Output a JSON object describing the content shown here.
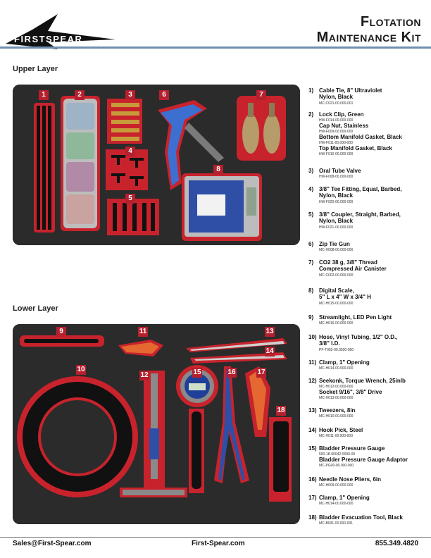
{
  "header": {
    "logo_text": "FIRSTSPEAR",
    "title_line1": "Flotation",
    "title_line2": "Maintenance Kit"
  },
  "sections": {
    "upper": "Upper Layer",
    "lower": "Lower  Layer"
  },
  "upper_tray_numbers": [
    "1",
    "2",
    "3",
    "4",
    "5",
    "6",
    "7",
    "8"
  ],
  "lower_tray_numbers": [
    "9",
    "10",
    "11",
    "12",
    "13",
    "14",
    "15",
    "16",
    "17",
    "18"
  ],
  "items": [
    {
      "n": "1)",
      "lines": [
        "Cable Tie, 8\" Ultraviolet",
        "Nylon, Black"
      ],
      "codes": [
        "MC-C021-00.000-001"
      ]
    },
    {
      "n": "2)",
      "lines": [
        "Lock Clip, Green",
        "Cap Nut, Stainless",
        "Bottom Manifold Gasket, Black",
        "Top Manifold Gasket, Black"
      ],
      "codes": [
        "HW-F014-00.000-000",
        "HW-F009-00.000-000",
        "HW-F011-00.000-000",
        "HW-F010-00.000-000"
      ]
    },
    {
      "n": "3)",
      "lines": [
        "Oral Tube Valve"
      ],
      "codes": [
        "HW-F008-00.000-000"
      ]
    },
    {
      "n": "4)",
      "lines": [
        "3/8\" Tee Fitting, Equal, Barbed,",
        "Nylon, Black"
      ],
      "codes": [
        "HW-F020-00.000-000"
      ]
    },
    {
      "n": "5)",
      "lines": [
        "3/8\" Coupler, Straight, Barbed,",
        "Nylon, Black"
      ],
      "codes": [
        "HW-F021-00.000-000"
      ]
    },
    {
      "n": "6)",
      "lines": [
        "Zip Tie Gun"
      ],
      "codes": [
        "MC-H008-00.000-000"
      ]
    },
    {
      "n": "7)",
      "lines": [
        "CO2 38 g, 3/8\" Thread",
        "Compressed Air Canister"
      ],
      "codes": [
        "MC-C002-00.000-000"
      ]
    },
    {
      "n": "8)",
      "lines": [
        "Digital Scale,",
        "5\" L x 4\" W x 3/4\" H"
      ],
      "codes": [
        "MC-H015-00.000-000"
      ]
    },
    {
      "n": "9)",
      "lines": [
        "Streamlight, LED Pen Light"
      ],
      "codes": [
        "MC-H016-00.000-000"
      ]
    },
    {
      "n": "10)",
      "lines": [
        "Hose, Vinyl Tubing, 1/2\" O.D.,",
        "3/8\" I.D."
      ],
      "codes": [
        "PF-T002-00.0500-000"
      ]
    },
    {
      "n": "11)",
      "lines": [
        "Clamp, 1\" Opening"
      ],
      "codes": [
        "MC-H014-00.000-000"
      ]
    },
    {
      "n": "12)",
      "lines": [
        "Seekonk, Torque Wrench, 25inlb",
        "Socket 9/16\", 3/8\" Drive"
      ],
      "codes": [
        "MC-H012-00.000-000",
        "MC-H013-00.000-000"
      ]
    },
    {
      "n": "13)",
      "lines": [
        "Tweezers, 8in"
      ],
      "codes": [
        "MC-H010-00.000-000"
      ]
    },
    {
      "n": "14)",
      "lines": [
        "Hook Pick, Steel"
      ],
      "codes": [
        "MC-H011-00.000-000"
      ]
    },
    {
      "n": "15)",
      "lines": [
        "Bladder Pressure Gauge",
        "Bladder Pressure Gauge Adaptor"
      ],
      "codes": [
        "500-18-00042-0000-00",
        "MC-PG00-00.000-000"
      ]
    },
    {
      "n": "16)",
      "lines": [
        "Needle Nose Pliers, 6in"
      ],
      "codes": [
        "MC-H009-00.000-000"
      ]
    },
    {
      "n": "17)",
      "lines": [
        "Clamp, 1\" Opening"
      ],
      "codes": [
        "MC-H014-00.000-000"
      ]
    },
    {
      "n": "18)",
      "lines": [
        "Bladder Evacuation Tool, Black"
      ],
      "codes": [
        "MC-B031-00.000-001"
      ]
    }
  ],
  "footer": {
    "email": "Sales@First-Spear.com",
    "website": "First-Spear.com",
    "phone": "855.349.4820"
  },
  "colors": {
    "accent_rule": "#6e8fb0",
    "number_tag": "#b5202e",
    "foam": "#2a2a2a",
    "cutout": "#d9262e"
  }
}
